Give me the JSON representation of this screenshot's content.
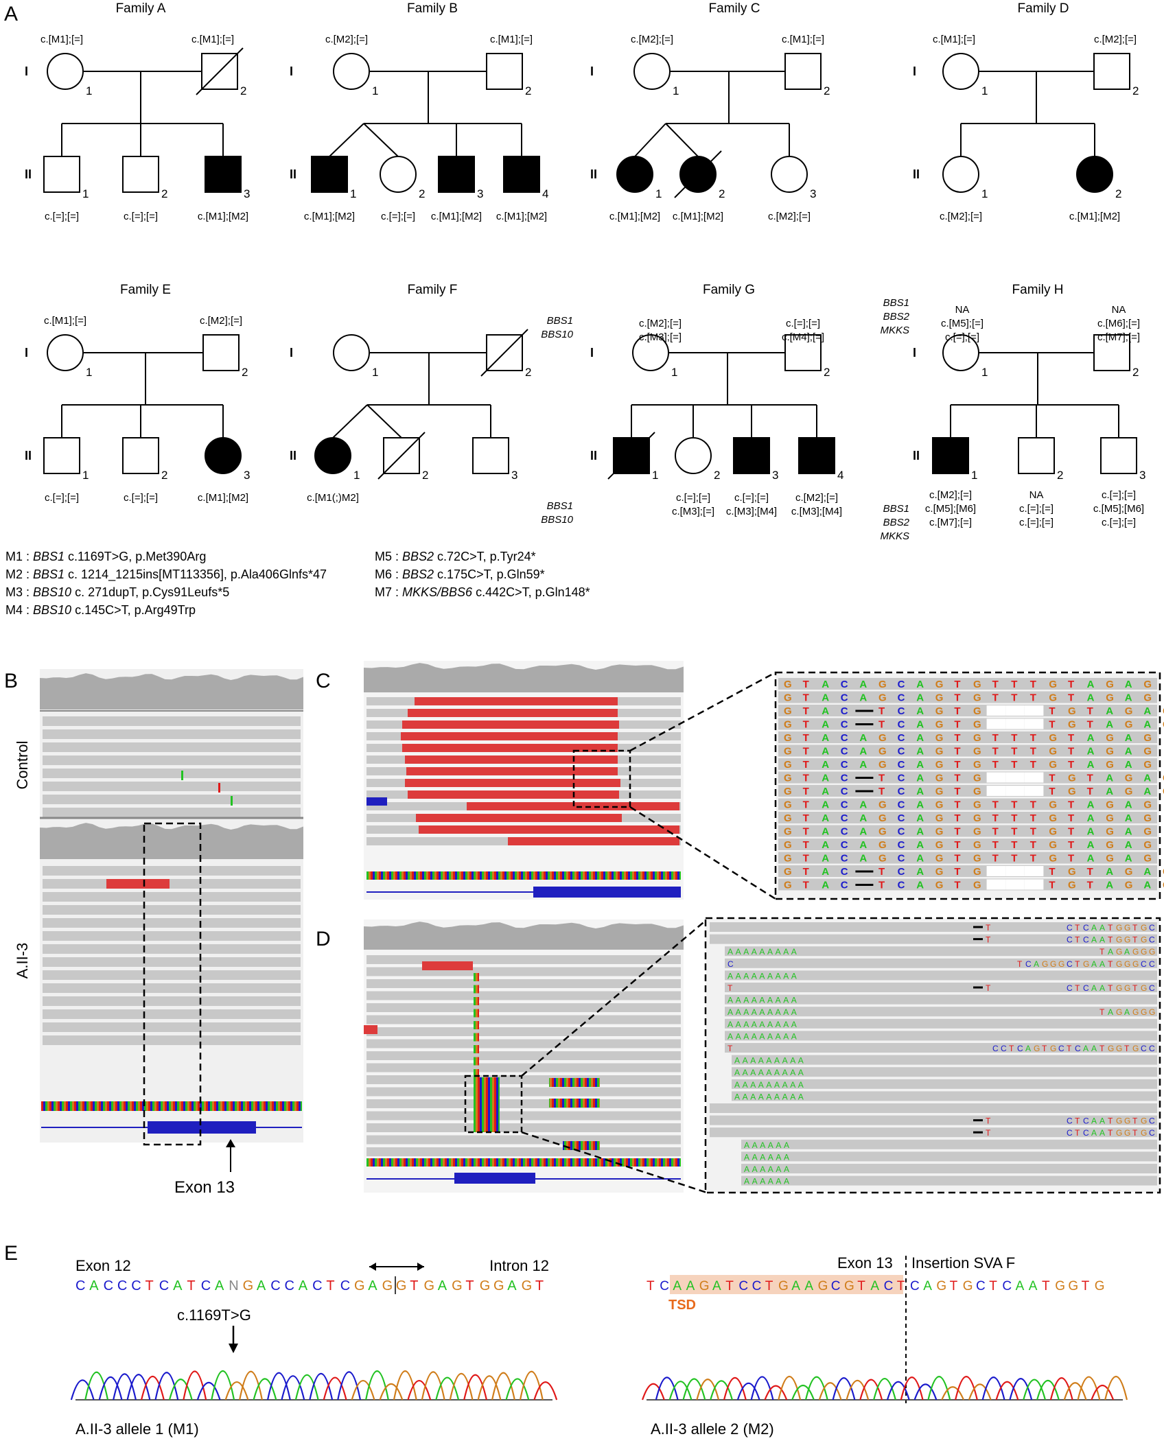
{
  "panels": [
    "A",
    "B",
    "C",
    "D",
    "E"
  ],
  "generation_labels": [
    "I",
    "II"
  ],
  "families": [
    {
      "title": "Family A",
      "parents": [
        {
          "label": "c.[M1];[=]",
          "num": "1"
        },
        {
          "label": "c.[M1];[=]",
          "num": "2"
        }
      ],
      "children": [
        {
          "num": "1",
          "label": "c.[=];[=]"
        },
        {
          "num": "2",
          "label": "c.[=];[=]"
        },
        {
          "num": "3",
          "label": "c.[M1];[M2]"
        }
      ]
    },
    {
      "title": "Family B",
      "parents": [
        {
          "label": "c.[M2];[=]",
          "num": "1"
        },
        {
          "label": "c.[M1];[=]",
          "num": "2"
        }
      ],
      "children": [
        {
          "num": "1",
          "label": "c.[M1];[M2]"
        },
        {
          "num": "2",
          "label": "c.[=];[=]"
        },
        {
          "num": "3",
          "label": "c.[M1];[M2]"
        },
        {
          "num": "4",
          "label": "c.[M1];[M2]"
        }
      ]
    },
    {
      "title": "Family C",
      "parents": [
        {
          "label": "c.[M2];[=]",
          "num": "1"
        },
        {
          "label": "c.[M1];[=]",
          "num": "2"
        }
      ],
      "children": [
        {
          "num": "1",
          "label": "c.[M1];[M2]"
        },
        {
          "num": "2",
          "label": "c.[M1];[M2]"
        },
        {
          "num": "3",
          "label": "c.[M2];[=]"
        }
      ]
    },
    {
      "title": "Family D",
      "parents": [
        {
          "label": "c.[M1];[=]",
          "num": "1"
        },
        {
          "label": "c.[M2];[=]",
          "num": "2"
        }
      ],
      "children": [
        {
          "num": "1",
          "label": "c.[M2];[=]"
        },
        {
          "num": "2",
          "label": "c.[M1];[M2]"
        }
      ]
    },
    {
      "title": "Family E",
      "parents": [
        {
          "label": "c.[M1];[=]",
          "num": "1"
        },
        {
          "label": "c.[M2];[=]",
          "num": "2"
        }
      ],
      "children": [
        {
          "num": "1",
          "label": "c.[=];[=]"
        },
        {
          "num": "2",
          "label": "c.[=];[=]"
        },
        {
          "num": "3",
          "label": "c.[M1];[M2]"
        }
      ]
    },
    {
      "title": "Family F",
      "parents": [
        {
          "label": "",
          "num": "1"
        },
        {
          "label": "",
          "num": "2"
        }
      ],
      "children": [
        {
          "num": "1",
          "label": "c.[M1(;)M2]"
        },
        {
          "num": "2",
          "label": ""
        },
        {
          "num": "3",
          "label": ""
        }
      ]
    },
    {
      "title": "Family G",
      "genes_top": [
        "BBS1",
        "BBS10"
      ],
      "genes_bottom": [
        "BBS1",
        "BBS10"
      ],
      "parents": [
        {
          "label": "c.[M2];[=]",
          "label2": "c.[M3];[=]",
          "num": "1"
        },
        {
          "label": "c.[=];[=]",
          "label2": "c.[M4];[=]",
          "num": "2"
        }
      ],
      "children": [
        {
          "num": "1",
          "label": "",
          "label2": ""
        },
        {
          "num": "2",
          "label": "c.[=];[=]",
          "label2": "c.[M3];[=]"
        },
        {
          "num": "3",
          "label": "c.[=];[=]",
          "label2": "c.[M3];[M4]"
        },
        {
          "num": "4",
          "label": "c.[M2];[=]",
          "label2": "c.[M3];[M4]"
        }
      ]
    },
    {
      "title": "Family H",
      "genes": [
        "BBS1",
        "BBS2",
        "MKKS"
      ],
      "parents": [
        {
          "lines": [
            "NA",
            "c.[M5];[=]",
            "c.[=];[=]"
          ],
          "num": "1"
        },
        {
          "lines": [
            "NA",
            "c.[M6];[=]",
            "c.[M7];[=]"
          ],
          "num": "2"
        }
      ],
      "children": [
        {
          "num": "1",
          "lines": [
            "c.[M2];[=]",
            "c.[M5];[M6]",
            "c.[M7];[=]"
          ]
        },
        {
          "num": "2",
          "lines": [
            "NA",
            "c.[=];[=]",
            "c.[=];[=]"
          ]
        },
        {
          "num": "3",
          "lines": [
            "c.[=];[=]",
            "c.[M5];[M6]",
            "c.[=];[=]"
          ]
        }
      ]
    }
  ],
  "mutations": [
    {
      "id": "M1 : ",
      "gene": "BBS1",
      "rest": " c.1169T>G, p.Met390Arg"
    },
    {
      "id": "M2 : ",
      "gene": "BBS1",
      "rest": " c. 1214_1215ins[MT113356], p.Ala406Glnfs*47"
    },
    {
      "id": "M3 : ",
      "gene": "BBS10",
      "rest": " c. 271dupT, p.Cys91Leufs*5"
    },
    {
      "id": "M4 : ",
      "gene": "BBS10",
      "rest": " c.145C>T, p.Arg49Trp"
    },
    {
      "id": "M5 : ",
      "gene": "BBS2",
      "rest": " c.72C>T, p.Tyr24*"
    },
    {
      "id": "M6 : ",
      "gene": "BBS2",
      "rest": " c.175C>T, p.Gln59*"
    },
    {
      "id": "M7 : ",
      "gene": "MKKS/BBS6",
      "rest": " c.442C>T, p.Gln148*"
    }
  ],
  "panel_b": {
    "control_label": "Control",
    "patient_label": "A.II-3",
    "exon_label": "Exon 13"
  },
  "panel_c": {
    "zoom_rows": [
      "GTACAGCAGTGTTTGTAGAG",
      "GTACAGCAGTGTTTGTAGAG",
      "GTAC-TCAGTG---TGTAGAG",
      "GTAC-TCAGTG---TGTAGAG",
      "GTACAGCAGTGTTTGTAGAG",
      "GTACAGCAGTGTTTGTAGAG",
      "GTACAGCAGTGTTTGTAGAG",
      "GTAC-TCAGTG---TGTAGAG",
      "GTAC-TCAGTG---TGTAGAG",
      "GTACAGCAGTGTTTGTAGAG",
      "GTACAGCAGTGTTTGTAGAG",
      "GTACAGCAGTGTTTGTAGAG",
      "GTACAGCAGTGTTTGTAGAG",
      "GTACAGCAGTGTTTGTAGAG",
      "GTAC-TCAGTG---TGTAGAG",
      "GTAC-TCAGTG---TGTAGAG"
    ]
  },
  "panel_d": {
    "zoom_rows": [
      {
        "left": "",
        "right": "CTCAATGGTGC",
        "mark": "T"
      },
      {
        "left": "",
        "right": "CTCAATGGTGC",
        "mark": "T"
      },
      {
        "left": "AAAAAAAAA",
        "right": "TAGAGGG",
        "mark": ""
      },
      {
        "left": "C",
        "right": "TCAGGGCTGAATGGGCC",
        "mark": ""
      },
      {
        "left": "AAAAAAAAA",
        "right": "",
        "mark": ""
      },
      {
        "left": "T",
        "right": "CTCAATGGTGC",
        "mark": "T"
      },
      {
        "left": "AAAAAAAAA",
        "right": "",
        "mark": ""
      },
      {
        "left": "AAAAAAAAA",
        "right": "TAGAGGG",
        "mark": ""
      },
      {
        "left": "AAAAAAAAA",
        "right": "",
        "mark": ""
      },
      {
        "left": "AAAAAAAAA",
        "right": "",
        "mark": ""
      },
      {
        "left": "T",
        "right": "CCTCAGTGCTCAATGGTGCC",
        "mark": ""
      },
      {
        "left": "AAAAAAAAA",
        "right": "",
        "mark": ""
      },
      {
        "left": "AAAAAAAAA",
        "right": "",
        "mark": ""
      },
      {
        "left": "AAAAAAAAA",
        "right": "",
        "mark": ""
      },
      {
        "left": "AAAAAAAAA",
        "right": "",
        "mark": ""
      },
      {
        "left": "",
        "right": "",
        "mark": ""
      },
      {
        "left": "",
        "right": "CTCAATGGTGC",
        "mark": "T"
      },
      {
        "left": "",
        "right": "CTCAATGGTGC",
        "mark": "T"
      },
      {
        "left": "AAAAAA",
        "right": "",
        "mark": ""
      },
      {
        "left": "AAAAAA",
        "right": "",
        "mark": ""
      },
      {
        "left": "AAAAAA",
        "right": "",
        "mark": ""
      },
      {
        "left": "AAAAAA",
        "right": "",
        "mark": ""
      }
    ]
  },
  "panel_e": {
    "exon12_label": "Exon 12",
    "intron12_label": "Intron 12",
    "seq1": "CACCCTCATCANGACCACTCGAGGTGAGTGGAGT",
    "mutation_label": "c.1169T>G",
    "allele1_label": "A.II-3 allele 1 (M1)",
    "exon13_label": "Exon 13",
    "insertion_label": "Insertion SVA F",
    "seq2": "TCAAGATCCTGAAGCGTACTCAGTGCTCAATGGTG",
    "tsd_label": "TSD",
    "allele2_label": "A.II-3 allele 2 (M2)"
  },
  "colors": {
    "A": "#22c222",
    "C": "#1a1acc",
    "G": "#d07d1a",
    "T": "#e01818",
    "read": "#c8c8c8",
    "red_read": "#dd3b3b",
    "exon": "#1f1fbf",
    "tsd_bg": "#f6d3bd",
    "tsd_text": "#e86a1c"
  }
}
